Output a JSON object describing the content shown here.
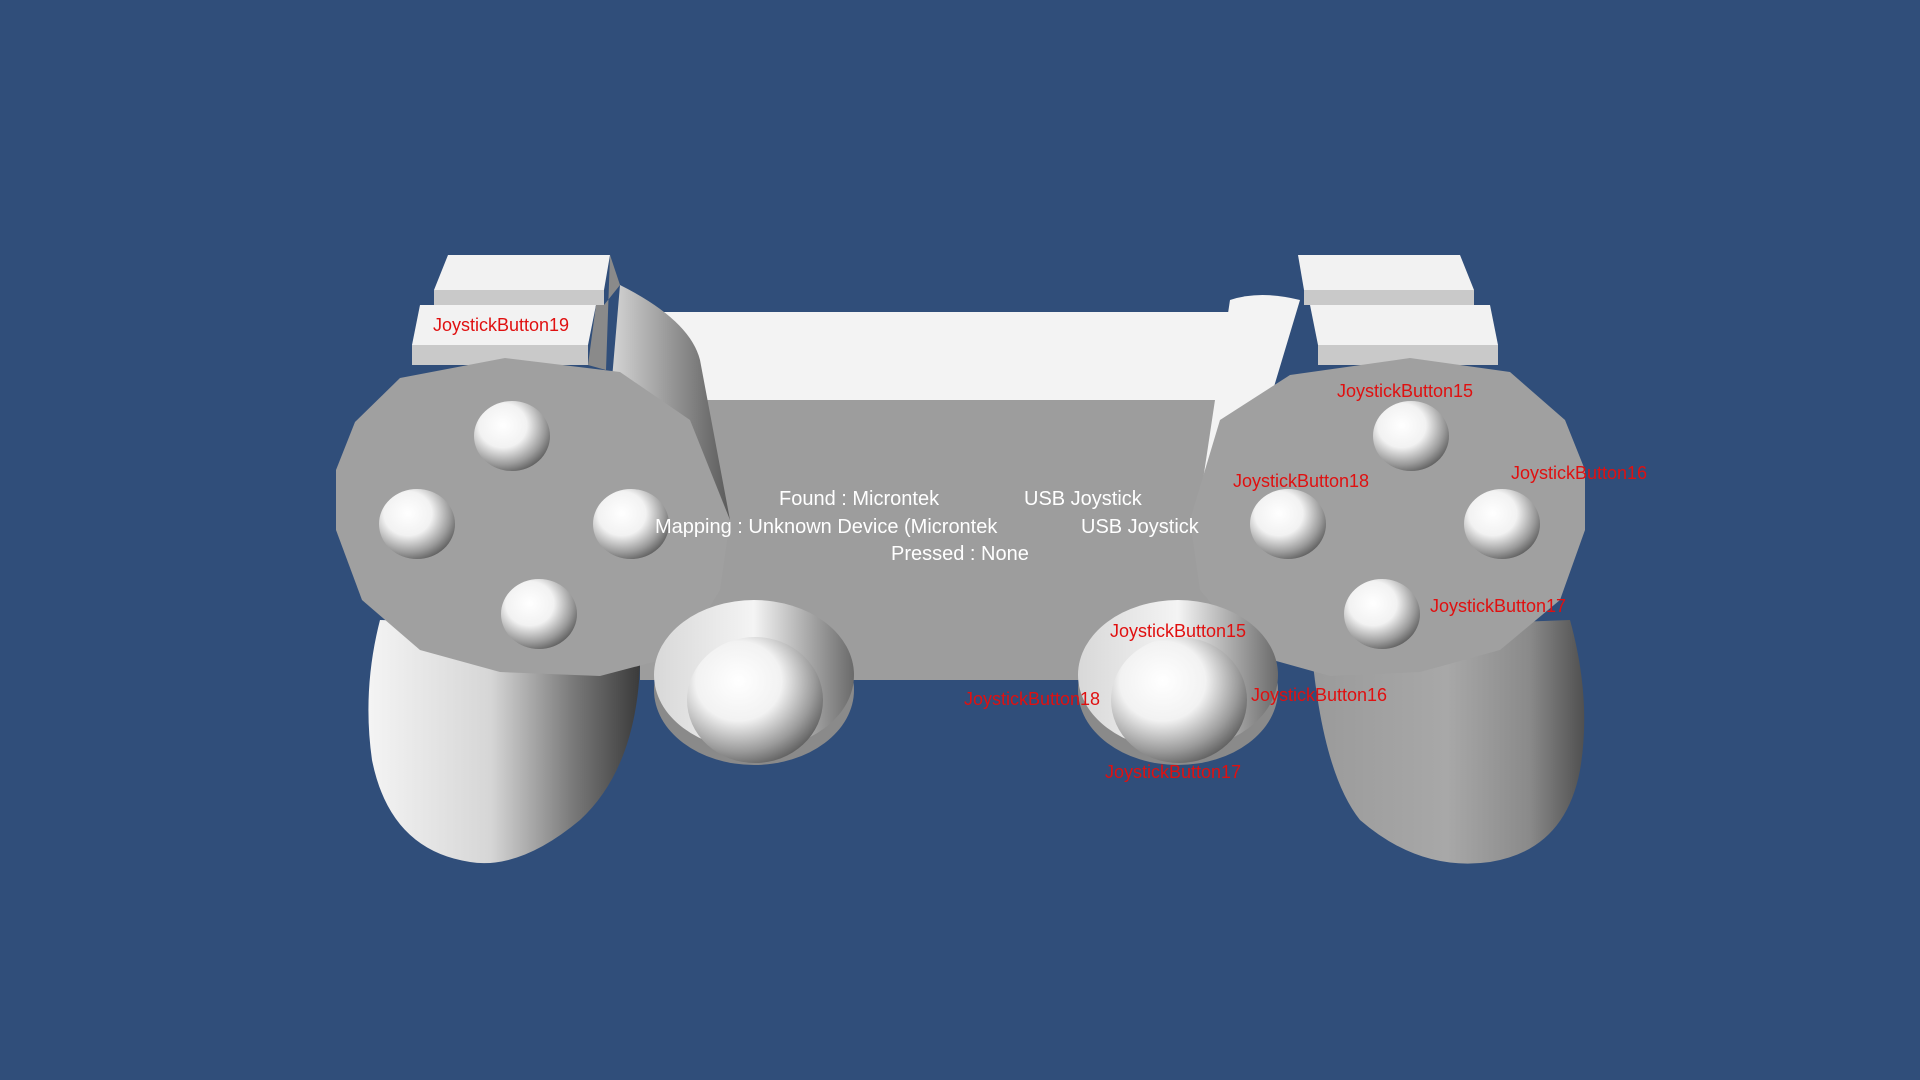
{
  "status": {
    "found_prefix": "Found : Microntek",
    "found_suffix": "USB Joystick",
    "mapping_prefix": "Mapping : Unknown Device (Microntek",
    "mapping_suffix": "USB Joystick",
    "pressed": "Pressed : None"
  },
  "labels": {
    "left_shoulder": "JoystickButton19",
    "face_top": "JoystickButton15",
    "face_left": "JoystickButton18",
    "face_right": "JoystickButton16",
    "face_bottom": "JoystickButton17",
    "stick_top": "JoystickButton15",
    "stick_left": "JoystickButton18",
    "stick_right": "JoystickButton16",
    "stick_bottom": "JoystickButton17"
  },
  "colors": {
    "background": "#304e7a",
    "label_text": "#e01010",
    "info_text": "#ffffff"
  }
}
